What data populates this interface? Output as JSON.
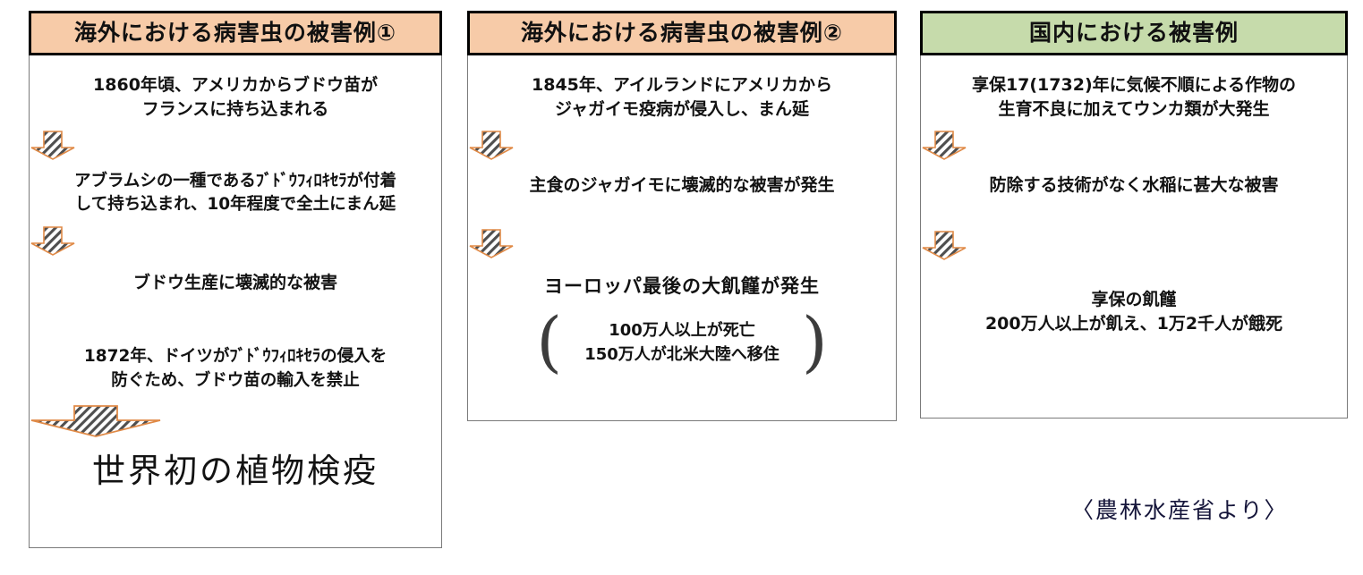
{
  "meta": {
    "accent_orange_header": "#f7cba8",
    "accent_green_header": "#c6dbab",
    "arrow_outline": "#e08a47",
    "text_color": "#121212"
  },
  "panels": [
    {
      "id": "overseas-case-1",
      "title": "海外における病害虫の被害例①",
      "header_color": "#f7cba8",
      "steps": [
        {
          "kind": "text",
          "size": "normal",
          "text": "1860年頃、アメリカからブドウ苗が\nフランスに持ち込まれる"
        },
        {
          "kind": "arrow",
          "size": "small"
        },
        {
          "kind": "text",
          "size": "narrow",
          "text": "アブラムシの一種であるﾌﾞﾄﾞｳﾌｨﾛｷｾﾗが付着\nして持ち込まれ、10年程度で全土にまん延"
        },
        {
          "kind": "arrow",
          "size": "small"
        },
        {
          "kind": "text",
          "size": "normal",
          "text": "ブドウ生産に壊滅的な被害"
        },
        {
          "kind": "text",
          "size": "narrow",
          "text": "1872年、ドイツがﾌﾞﾄﾞｳﾌｨﾛｷｾﾗの侵入を\n防ぐため、ブドウ苗の輸入を禁止"
        },
        {
          "kind": "arrow",
          "size": "wide"
        },
        {
          "kind": "text",
          "size": "big",
          "text": "世界初の植物検疫"
        }
      ]
    },
    {
      "id": "overseas-case-2",
      "title": "海外における病害虫の被害例②",
      "header_color": "#f7cba8",
      "steps": [
        {
          "kind": "text",
          "size": "normal",
          "text": "1845年、アイルランドにアメリカから\nジャガイモ疫病が侵入し、まん延"
        },
        {
          "kind": "arrow",
          "size": "small"
        },
        {
          "kind": "text",
          "size": "normal",
          "text": "主食のジャガイモに壊滅的な被害が発生"
        },
        {
          "kind": "arrow",
          "size": "small"
        },
        {
          "kind": "text",
          "size": "normal",
          "text": "ヨーロッパ最後の大飢饉が発生"
        },
        {
          "kind": "note",
          "text": "100万人以上が死亡\n150万人が北米大陸へ移住",
          "bracket_left": "(",
          "bracket_right": ")"
        }
      ]
    },
    {
      "id": "domestic-case",
      "title": "国内における被害例",
      "header_color": "#c6dbab",
      "steps": [
        {
          "kind": "text",
          "size": "normal",
          "text": "享保17(1732)年に気候不順による作物の\n生育不良に加えてウンカ類が大発生"
        },
        {
          "kind": "arrow",
          "size": "small"
        },
        {
          "kind": "text",
          "size": "normal",
          "text": "防除する技術がなく水稲に甚大な被害"
        },
        {
          "kind": "arrow",
          "size": "small"
        },
        {
          "kind": "text",
          "size": "result",
          "text": "享保の飢饉\n200万人以上が飢え、1万2千人が餓死"
        }
      ]
    }
  ],
  "credit": {
    "text": "〈農林水産省より〉"
  }
}
